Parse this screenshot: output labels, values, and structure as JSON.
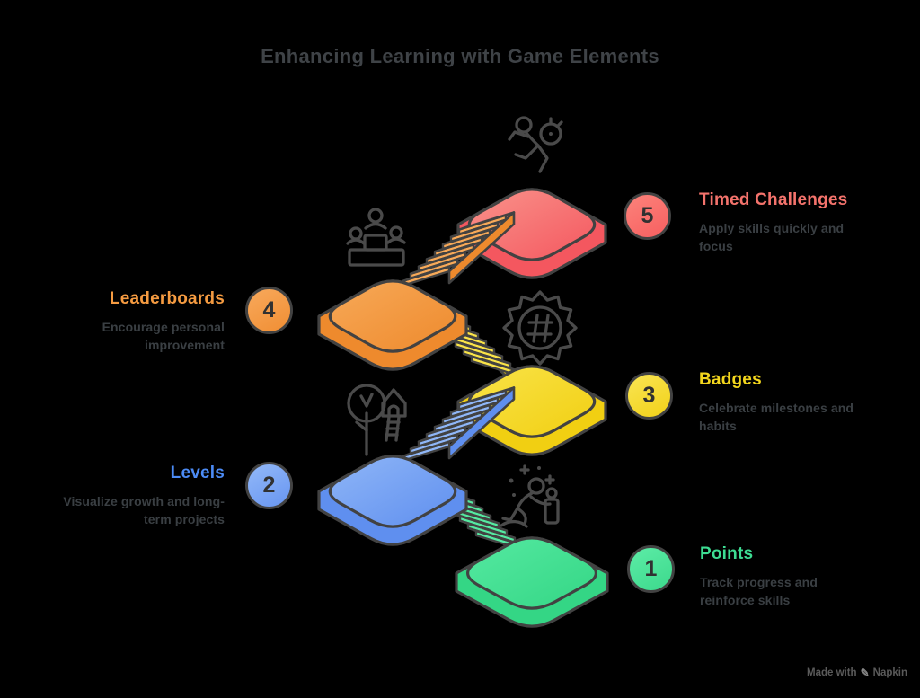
{
  "title": "Enhancing Learning with Game Elements",
  "watermark": {
    "prefix": "Made with",
    "brand": "Napkin"
  },
  "items": [
    {
      "id": "points",
      "number": "1",
      "title": "Points",
      "description": [
        "Track progress and",
        "reinforce skills"
      ],
      "side": "right",
      "accent": "#3ddc92",
      "circle": [
        "#5deca7",
        "#3cd98c"
      ],
      "platform": [
        "#55e9a1",
        "#34d685"
      ],
      "icon": "person-collecting-icon"
    },
    {
      "id": "levels",
      "number": "2",
      "title": "Levels",
      "description": [
        "Visualize growth and long-",
        "term projects"
      ],
      "side": "left",
      "accent": "#4c8bf5",
      "circle": [
        "#93b9f8",
        "#6795f1"
      ],
      "platform": [
        "#8fb6f7",
        "#5f8fef"
      ],
      "icon": "treehouse-icon"
    },
    {
      "id": "badges",
      "number": "3",
      "title": "Badges",
      "description": [
        "Celebrate milestones and",
        "habits"
      ],
      "side": "right",
      "accent": "#f2d51d",
      "circle": [
        "#f9e554",
        "#f2d118"
      ],
      "platform": [
        "#f9e348",
        "#f1cf12"
      ],
      "icon": "badge-icon"
    },
    {
      "id": "leaderboards",
      "number": "4",
      "title": "Leaderboards",
      "description": [
        "Encourage personal",
        "improvement"
      ],
      "side": "left",
      "accent": "#f59b41",
      "circle": [
        "#f8a95c",
        "#f08e33"
      ],
      "platform": [
        "#f7a958",
        "#ee8a2d"
      ],
      "icon": "podium-icon"
    },
    {
      "id": "timed-challenges",
      "number": "5",
      "title": "Timed Challenges",
      "description": [
        "Apply skills quickly and",
        "focus"
      ],
      "side": "right",
      "accent": "#f4736c",
      "circle": [
        "#fc837b",
        "#f75f60"
      ],
      "platform": [
        "#f9938b",
        "#f4575f"
      ],
      "icon": "runner-stopwatch-icon"
    }
  ]
}
